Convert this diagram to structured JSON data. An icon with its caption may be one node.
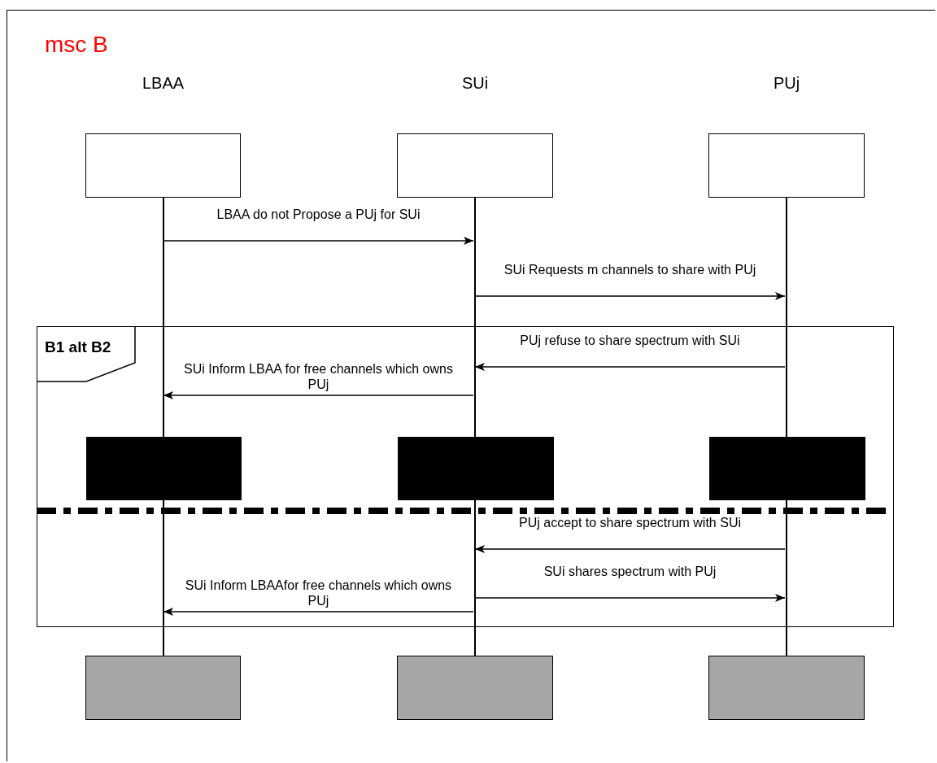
{
  "diagram": {
    "nodes": [
      {
        "text": [
          "msc B"
        ]
      },
      {
        "text": [
          "LBAA"
        ],
        "in": 0
      },
      {
        "text": [
          "SUi"
        ],
        "in": 0
      },
      {
        "text": [
          "PUj"
        ],
        "in": 0
      },
      {
        "text": [
          "B1 alt B2"
        ],
        "in": 0
      },
      {
        "text": [],
        "shape": "box",
        "in": 4
      },
      {
        "text": [],
        "shape": "box",
        "in": 4
      },
      {
        "text": [],
        "shape": "box",
        "in": 4
      },
      {
        "text": [],
        "shape": "box",
        "in": 0
      },
      {
        "text": [],
        "shape": "box",
        "in": 0
      },
      {
        "text": [],
        "shape": "box",
        "in": 0
      },
      {
        "text": [],
        "shape": "line",
        "in": 0
      },
      {
        "text": [],
        "shape": "line",
        "in": 0
      },
      {
        "text": [],
        "shape": "line",
        "in": 0
      }
    ],
    "edges": [
      {
        "from": 11,
        "to": 12,
        "arrow": "to",
        "label": "LBAA do not Propose a PUj for SUi"
      },
      {
        "from": 12,
        "to": 13,
        "arrow": "to",
        "label": "SUi Requests m channels to share with PUj"
      },
      {
        "from": 13,
        "to": 12,
        "arrow": "to",
        "label": "PUj refuse to share spectrum with SUi"
      },
      {
        "from": 12,
        "to": 11,
        "arrow": "to",
        "label": "SUi Inform LBAA for free channels which owns PUj"
      },
      {
        "from": 13,
        "to": 12,
        "arrow": "to",
        "label": "PUj accept to share spectrum with SUi"
      },
      {
        "from": 12,
        "to": 13,
        "arrow": "to",
        "label": "SUi shares spectrum with PUj"
      },
      {
        "from": 12,
        "to": 11,
        "arrow": "to",
        "label": "SUi Inform LBAAfor free channels which owns PUj"
      }
    ]
  }
}
